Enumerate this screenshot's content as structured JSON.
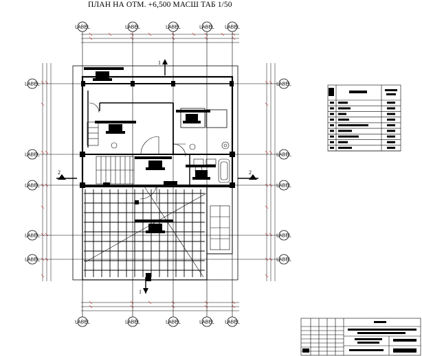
{
  "title": "ПЛАН НА ОТМ. +6,500 МАСШ ТАБ 1/50",
  "axis_bubble_text": "LABEL",
  "grid_axes": {
    "top": [
      "LABEL",
      "LABEL",
      "LABEL",
      "LABEL",
      "LABEL"
    ],
    "bottom": [
      "LABEL",
      "LABEL",
      "LABEL",
      "LABEL",
      "LABEL"
    ],
    "left": [
      "LABEL",
      "LABEL",
      "LABEL",
      "LABEL",
      "LABEL"
    ],
    "right": [
      "LABEL",
      "LABEL",
      "LABEL",
      "LABEL",
      "LABEL"
    ]
  },
  "section_marks": {
    "top": "1",
    "bottom": "1",
    "left": "2",
    "right": "2"
  },
  "room_tags": [
    "room-tag-1",
    "room-tag-2",
    "room-tag-3",
    "room-tag-4",
    "room-tag-5",
    "room-tag-6"
  ],
  "legend": {
    "rows": 9
  },
  "title_block": {
    "present": true
  },
  "colors": {
    "line": "#000000",
    "axis_red": "#cc3333",
    "background": "#ffffff"
  }
}
